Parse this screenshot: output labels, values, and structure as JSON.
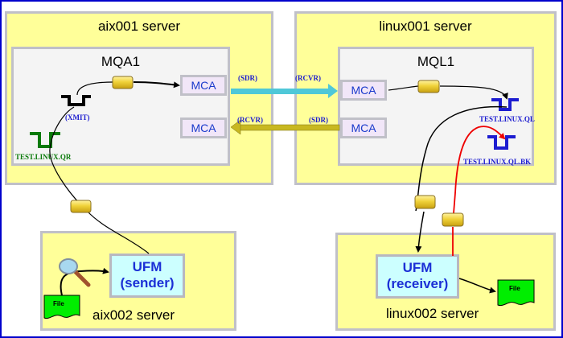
{
  "servers": {
    "aix001": "aix001 server",
    "linux001": "linux001 server",
    "aix002": "aix002 server",
    "linux002": "linux002 server"
  },
  "queue_managers": {
    "left": "MQA1",
    "right": "MQL1"
  },
  "channel_agents": {
    "label": "MCA"
  },
  "channel_labels": {
    "left_sdr": "(SDR)",
    "right_rcvr": "(RCVR)",
    "left_rcvr": "(RCVR)",
    "right_sdr": "(SDR)"
  },
  "queues": {
    "xmit": "(XMIT)",
    "reply": "TEST.LINUX.QR",
    "local": "TEST.LINUX.QL",
    "backout": "TEST.LINUX.QL.BK"
  },
  "ufm": {
    "sender_line1": "UFM",
    "sender_line2": "(sender)",
    "receiver_line1": "UFM",
    "receiver_line2": "(receiver)"
  },
  "files": {
    "source": "File",
    "target": "File"
  },
  "colors": {
    "frame": "#0000cc",
    "server_fill": "#ffff99",
    "qmgr_fill": "#f4f4f4",
    "mca_fill": "#f1e6f8",
    "ufm_fill": "#ccffff",
    "sdr_arrow": "#4fc8d8",
    "rcvr_arrow": "#c8b820",
    "backout_flow": "#ee0000",
    "queue_blue": "#1c1cd0",
    "queue_green": "#0a7a0a",
    "file_fill": "#00ee00"
  }
}
